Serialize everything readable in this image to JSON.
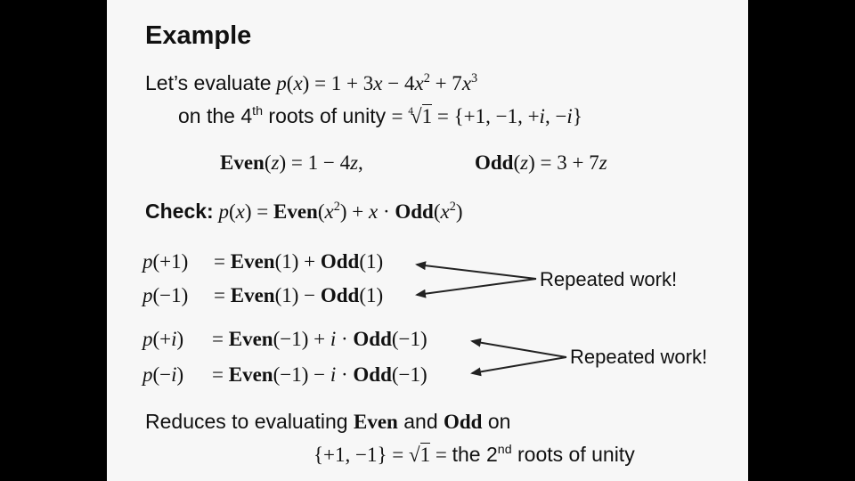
{
  "slide": {
    "title": "Example",
    "line1": {
      "prefix": "Let’s evaluate",
      "p": "p",
      "x": "x",
      "eq": " = 1 + 3",
      "x1": "x",
      "minus": " − 4",
      "x2": "x",
      "exp2": "2",
      "plus": " + 7",
      "x3": "x",
      "exp3": "3"
    },
    "line2": {
      "prefix": "on the 4",
      "th": "th",
      "suffix": " roots of unity ",
      "eq": "= ",
      "rootIndex": "4",
      "radicand": "1",
      "set": " = {+1, −1, +",
      "i1": "i",
      "comma": ", −",
      "i2": "i",
      "close": "}"
    },
    "even_def": {
      "name": "Even",
      "z": "z",
      "rhs": ") = 1 − 4",
      "z2": "z",
      "tail": ","
    },
    "odd_def": {
      "name": "Odd",
      "z": "z",
      "rhs": ") = 3 + 7",
      "z2": "z"
    },
    "check": {
      "label": "Check:",
      "p": "p",
      "x": "x",
      "eq": ") = ",
      "even": "Even",
      "x2": "x",
      "exp": "2",
      "mid": ") + ",
      "x3": "x",
      "dot": " · ",
      "odd": "Odd",
      "x4": "x",
      "exp2": "2"
    },
    "eq1": {
      "lhs_p": "p",
      "lhs_arg": "(+1)",
      "eq": "= ",
      "even": "Even",
      "ea": "(1) + ",
      "odd": "Odd",
      "oa": "(1)"
    },
    "eq2": {
      "lhs_p": "p",
      "lhs_arg": "(−1)",
      "eq": "= ",
      "even": "Even",
      "ea": "(1) − ",
      "odd": "Odd",
      "oa": "(1)"
    },
    "eq3": {
      "lhs_p": "p",
      "lhs_pre": "(+",
      "lhs_i": "i",
      "lhs_post": ")",
      "eq": "= ",
      "even": "Even",
      "ea": "(−1) + ",
      "i": "i",
      "dot": " · ",
      "odd": "Odd",
      "oa": "(−1)"
    },
    "eq4": {
      "lhs_p": "p",
      "lhs_pre": "(−",
      "lhs_i": "i",
      "lhs_post": ")",
      "eq": "= ",
      "even": "Even",
      "ea": "(−1) − ",
      "i": "i",
      "dot": " · ",
      "odd": "Odd",
      "oa": "(−1)"
    },
    "annotation1": "Repeated work!",
    "annotation2": "Repeated work!",
    "reduce": {
      "prefix": "Reduces to evaluating ",
      "even": "Even",
      "and": " and ",
      "odd": "Odd",
      "on": " on"
    },
    "final": {
      "set": "{+1, −1} = ",
      "radicand": "1",
      "eq": " = ",
      "the": "the 2",
      "nd": "nd",
      "suffix": " roots of unity"
    }
  },
  "colors": {
    "background": "#000000",
    "slide": "#f7f7f7",
    "text": "#111111",
    "arrow": "#222222"
  }
}
